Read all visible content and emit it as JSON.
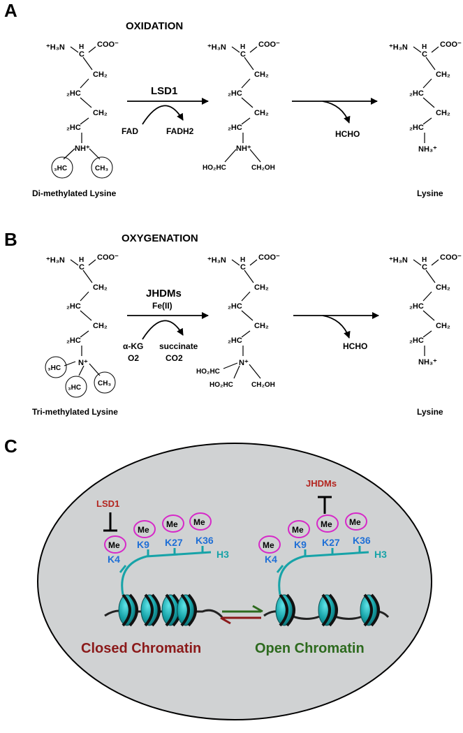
{
  "panels": {
    "a": {
      "letter": "A",
      "title": "OXIDATION",
      "enzyme": "LSD1",
      "cofactor_in": "FAD",
      "cofactor_out": "FADH2",
      "byproduct": "HCHO",
      "substrate_name": "Di-methylated Lysine",
      "product_name": "Lysine"
    },
    "b": {
      "letter": "B",
      "title": "OXYGENATION",
      "enzyme": "JHDMs",
      "enzyme_cofactor": "Fe(II)",
      "cosubstrate_1": "α-KG",
      "cosubstrate_2": "O2",
      "coproduct_1": "succinate",
      "coproduct_2": "CO2",
      "byproduct": "HCHO",
      "substrate_name": "Tri-methylated Lysine",
      "product_name": "Lysine"
    },
    "c": {
      "letter": "C",
      "methyl_label": "Me",
      "histone_label": "H3",
      "residues": [
        "K4",
        "K9",
        "K27",
        "K36"
      ],
      "left_enzyme": "LSD1",
      "right_enzyme": "JHDMs",
      "left_state": "Closed Chromatin",
      "right_state": "Open Chromatin"
    }
  },
  "chem": {
    "amino_n": "⁺H₃N",
    "alpha_h": "H",
    "alpha_c": "C",
    "carboxylate": "COO⁻",
    "ch2": "CH₂",
    "h2c": "₂HC",
    "nh_plus": "NH⁺",
    "n_plus": "N⁺",
    "nh3_plus": "NH₃⁺",
    "methyl_l": "₃HC",
    "methyl_r": "CH₃",
    "ho2hc": "HO₂HC",
    "ch2oh": "CH₂OH"
  },
  "colors": {
    "closed": "#8b1a1a",
    "open": "#2d6a1e",
    "residue": "#1f6fd6",
    "histone": "#17a3a8",
    "methyl_ring": "#d629c8",
    "cell_fill": "#d0d2d3"
  }
}
